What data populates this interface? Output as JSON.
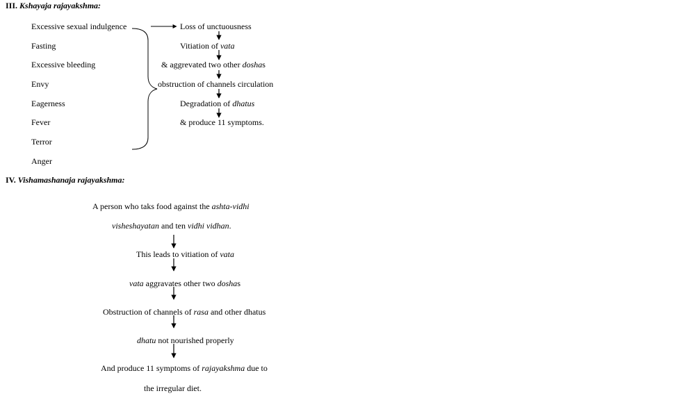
{
  "section3": {
    "number": "III.",
    "title": "Kshayaja rajayakshma:",
    "causes": [
      "Excessive sexual indulgence",
      "Fasting",
      "Excessive bleeding",
      "Envy",
      "Eagerness",
      "Fever",
      "Terror",
      "Anger"
    ],
    "flow": {
      "step1": "Loss of unctuousness",
      "step2_pre": "Vitiation of ",
      "step2_it": "vata",
      "step3_pre": "& aggrevated two other ",
      "step3_it": "dosha",
      "step3_post": "s",
      "step4": "obstruction of channels circulation",
      "step5_pre": "Degradation of ",
      "step5_it": "dhatus",
      "step6": "& produce 11 symptoms."
    }
  },
  "section4": {
    "number": "IV.",
    "title": "Vishamashanaja rajayakshma:",
    "flow": {
      "l1_pre": "A person who taks food against the ",
      "l1_it": "ashta-vidhi",
      "l2_it1": "visheshayatan",
      "l2_mid": " and ten ",
      "l2_it2": "vidhi vidhan",
      "l2_post": ".",
      "l3_pre": "This leads to vitiation of ",
      "l3_it": "vata",
      "l4_it1": "vata",
      "l4_mid": " aggravates other two ",
      "l4_it2": "dosha",
      "l4_post": "s",
      "l5_pre": "Obstruction of channels of ",
      "l5_it": "rasa",
      "l5_post": " and other dhatus",
      "l6_it": "dhatu",
      "l6_post": " not nourished properly",
      "l7_pre": "And produce 11 symptoms of ",
      "l7_it": "rajayakshma",
      "l7_post": " due to",
      "l8": "the irregular diet."
    }
  }
}
